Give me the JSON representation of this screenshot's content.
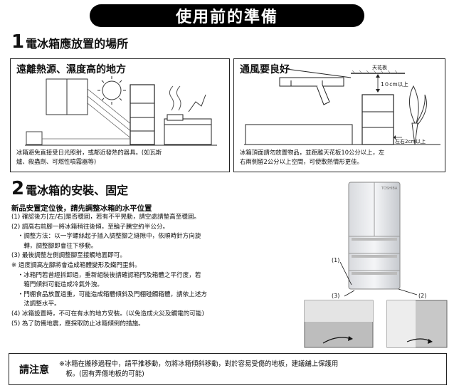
{
  "banner": "使用前的準備",
  "section1": {
    "num": "1",
    "title": "電冰箱應放置的場所"
  },
  "box_left": {
    "title": "遠離熱源、濕度高的地方",
    "caption": [
      "冰箱避免直接受日光照射，或鄰近發熱的器具。(如瓦斯",
      "爐、殺蟲劑、可燃性噴霧器等)"
    ]
  },
  "box_right": {
    "title": "通風要良好",
    "ceiling_label": "天花板",
    "top_gap": "1０cm以上",
    "side_gap": "左右2cm以上",
    "caption": [
      "冰箱頂面請勿放置物品，並距離天花板10公分以上，左",
      "右兩側留2公分以上空間，可使散熱情形更佳。"
    ]
  },
  "section2": {
    "num": "2",
    "title": "電冰箱的安裝、固定",
    "subtitle": "新品安置定位後，請先調整冰箱的水平位置",
    "lines": [
      "(1) 確認後方[左/右]是否穩固，若有不平晃動，請空處請墊高至穩固。",
      "(2) 調高右前腳一將冰箱稍往後傾，至輪子騰空約半公分。",
      "　・調整方法：以一字螺絲起子插入調整腳之縫隙中，依順時針方向旋",
      "　　轉，調整腳即會往下移動。",
      "(3) 最後調整左側調整腳至接觸地面即可。",
      "※ 過度調高左腳將會造成箱體變形及鐵門歪斜。",
      "　・冰箱門若曾經拆卸過，重新組裝後請確認箱門及箱體之平行度，若",
      "　　箱門傾斜可能造成冷氣外洩。",
      "　・門棚食品放置過重，可能造成箱體傾斜及門棚碰觸箱體，請依上述方",
      "　　法調整水平。",
      "(4) 冰箱設置時，不可在有水的地方安裝。(以免造成火災及觸電的可能)",
      "(5) 為了防備地震，應採取防止冰箱傾倒的措施。"
    ],
    "callouts": {
      "c1": "(1)",
      "c2": "(2)",
      "c3": "(3)"
    },
    "brand": "TOSHIBA"
  },
  "notice": {
    "label": "請注意",
    "lines": [
      "※冰箱在搬移過程中，請平推移動，勿將冰箱傾斜移動，對於容易受傷的地板，建議舖上保護用",
      "　板。(因有弄傷地板的可能)"
    ]
  }
}
